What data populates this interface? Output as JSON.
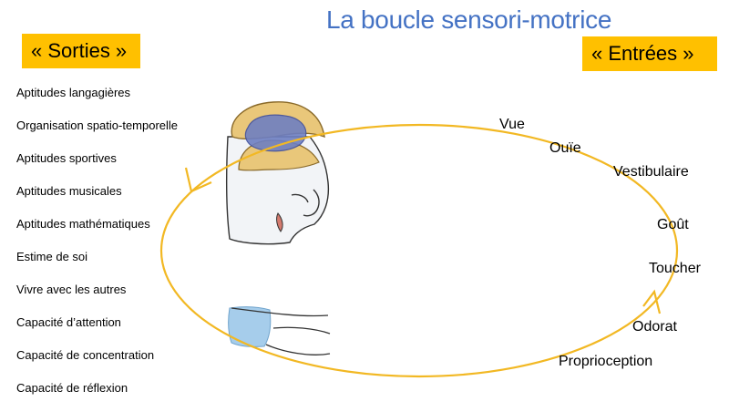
{
  "title": "La boucle sensori-motrice",
  "sorties_label": "« Sorties »",
  "entrees_label": "« Entrées »",
  "outputs": [
    "Aptitudes langagières",
    "Organisation spatio-temporelle",
    "Aptitudes sportives",
    "Aptitudes musicales",
    "Aptitudes mathématiques",
    "Estime de soi",
    "Vivre avec les autres",
    "Capacité d’attention",
    "Capacité de concentration",
    "Capacité de réflexion"
  ],
  "inputs": [
    "Vue",
    "Ouïe",
    "Vestibulaire",
    "Goût",
    "Toucher",
    "Odorat",
    "Proprioception"
  ],
  "colors": {
    "title": "#4472C4",
    "label_background": "#FFC000",
    "loop": "#F2B823"
  }
}
